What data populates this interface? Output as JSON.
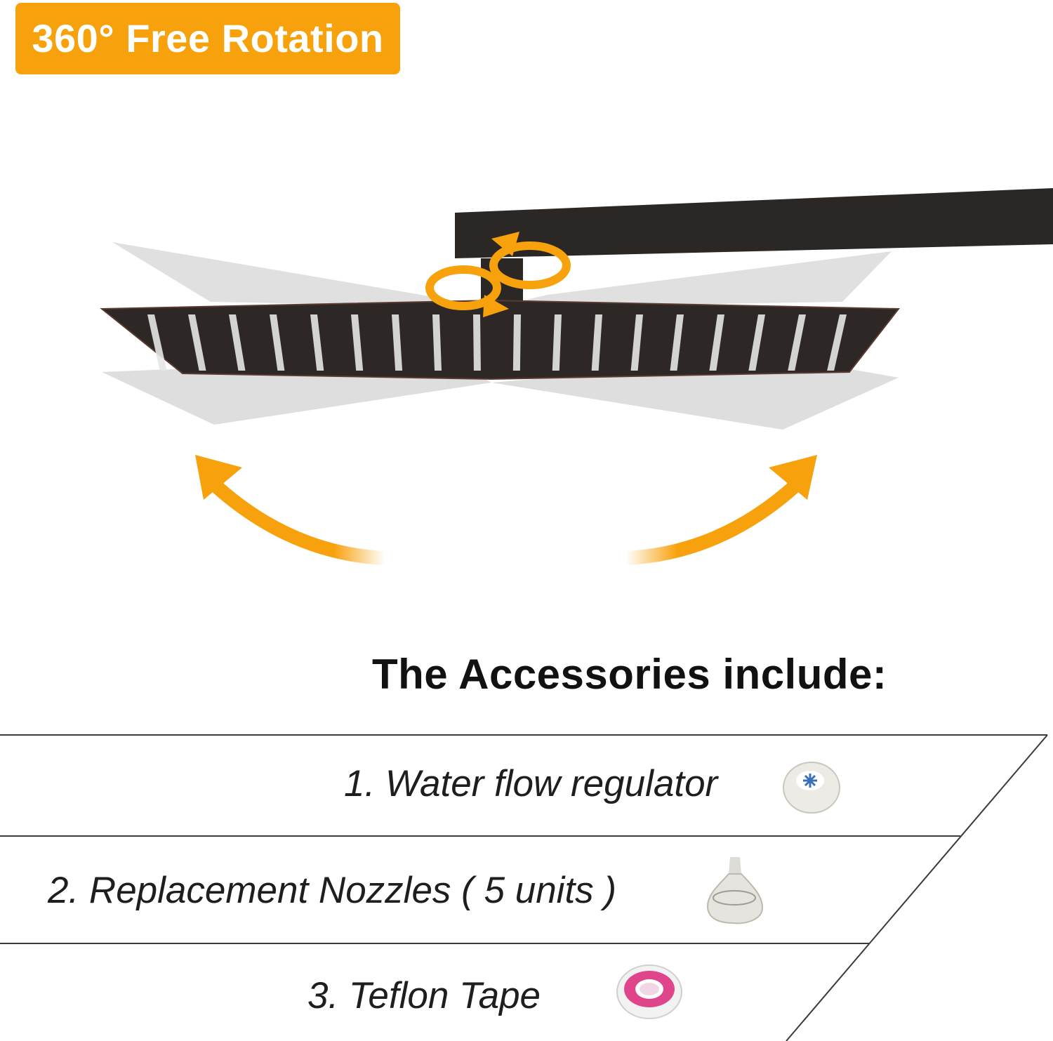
{
  "badge": {
    "text": "360° Free Rotation"
  },
  "accessories": {
    "heading": "The Accessories include:",
    "items": [
      {
        "label": "1. Water flow regulator",
        "icon": "water-flow-regulator-icon"
      },
      {
        "label": "2. Replacement Nozzles ( 5 units )",
        "icon": "replacement-nozzle-icon"
      },
      {
        "label": "3. Teflon Tape",
        "icon": "teflon-tape-icon"
      }
    ]
  },
  "colors": {
    "accent": "#f7a10c",
    "shower_dark": "#2a2624",
    "ghost_gray": "#b8b8b8",
    "tape_pink": "#e0448a"
  }
}
